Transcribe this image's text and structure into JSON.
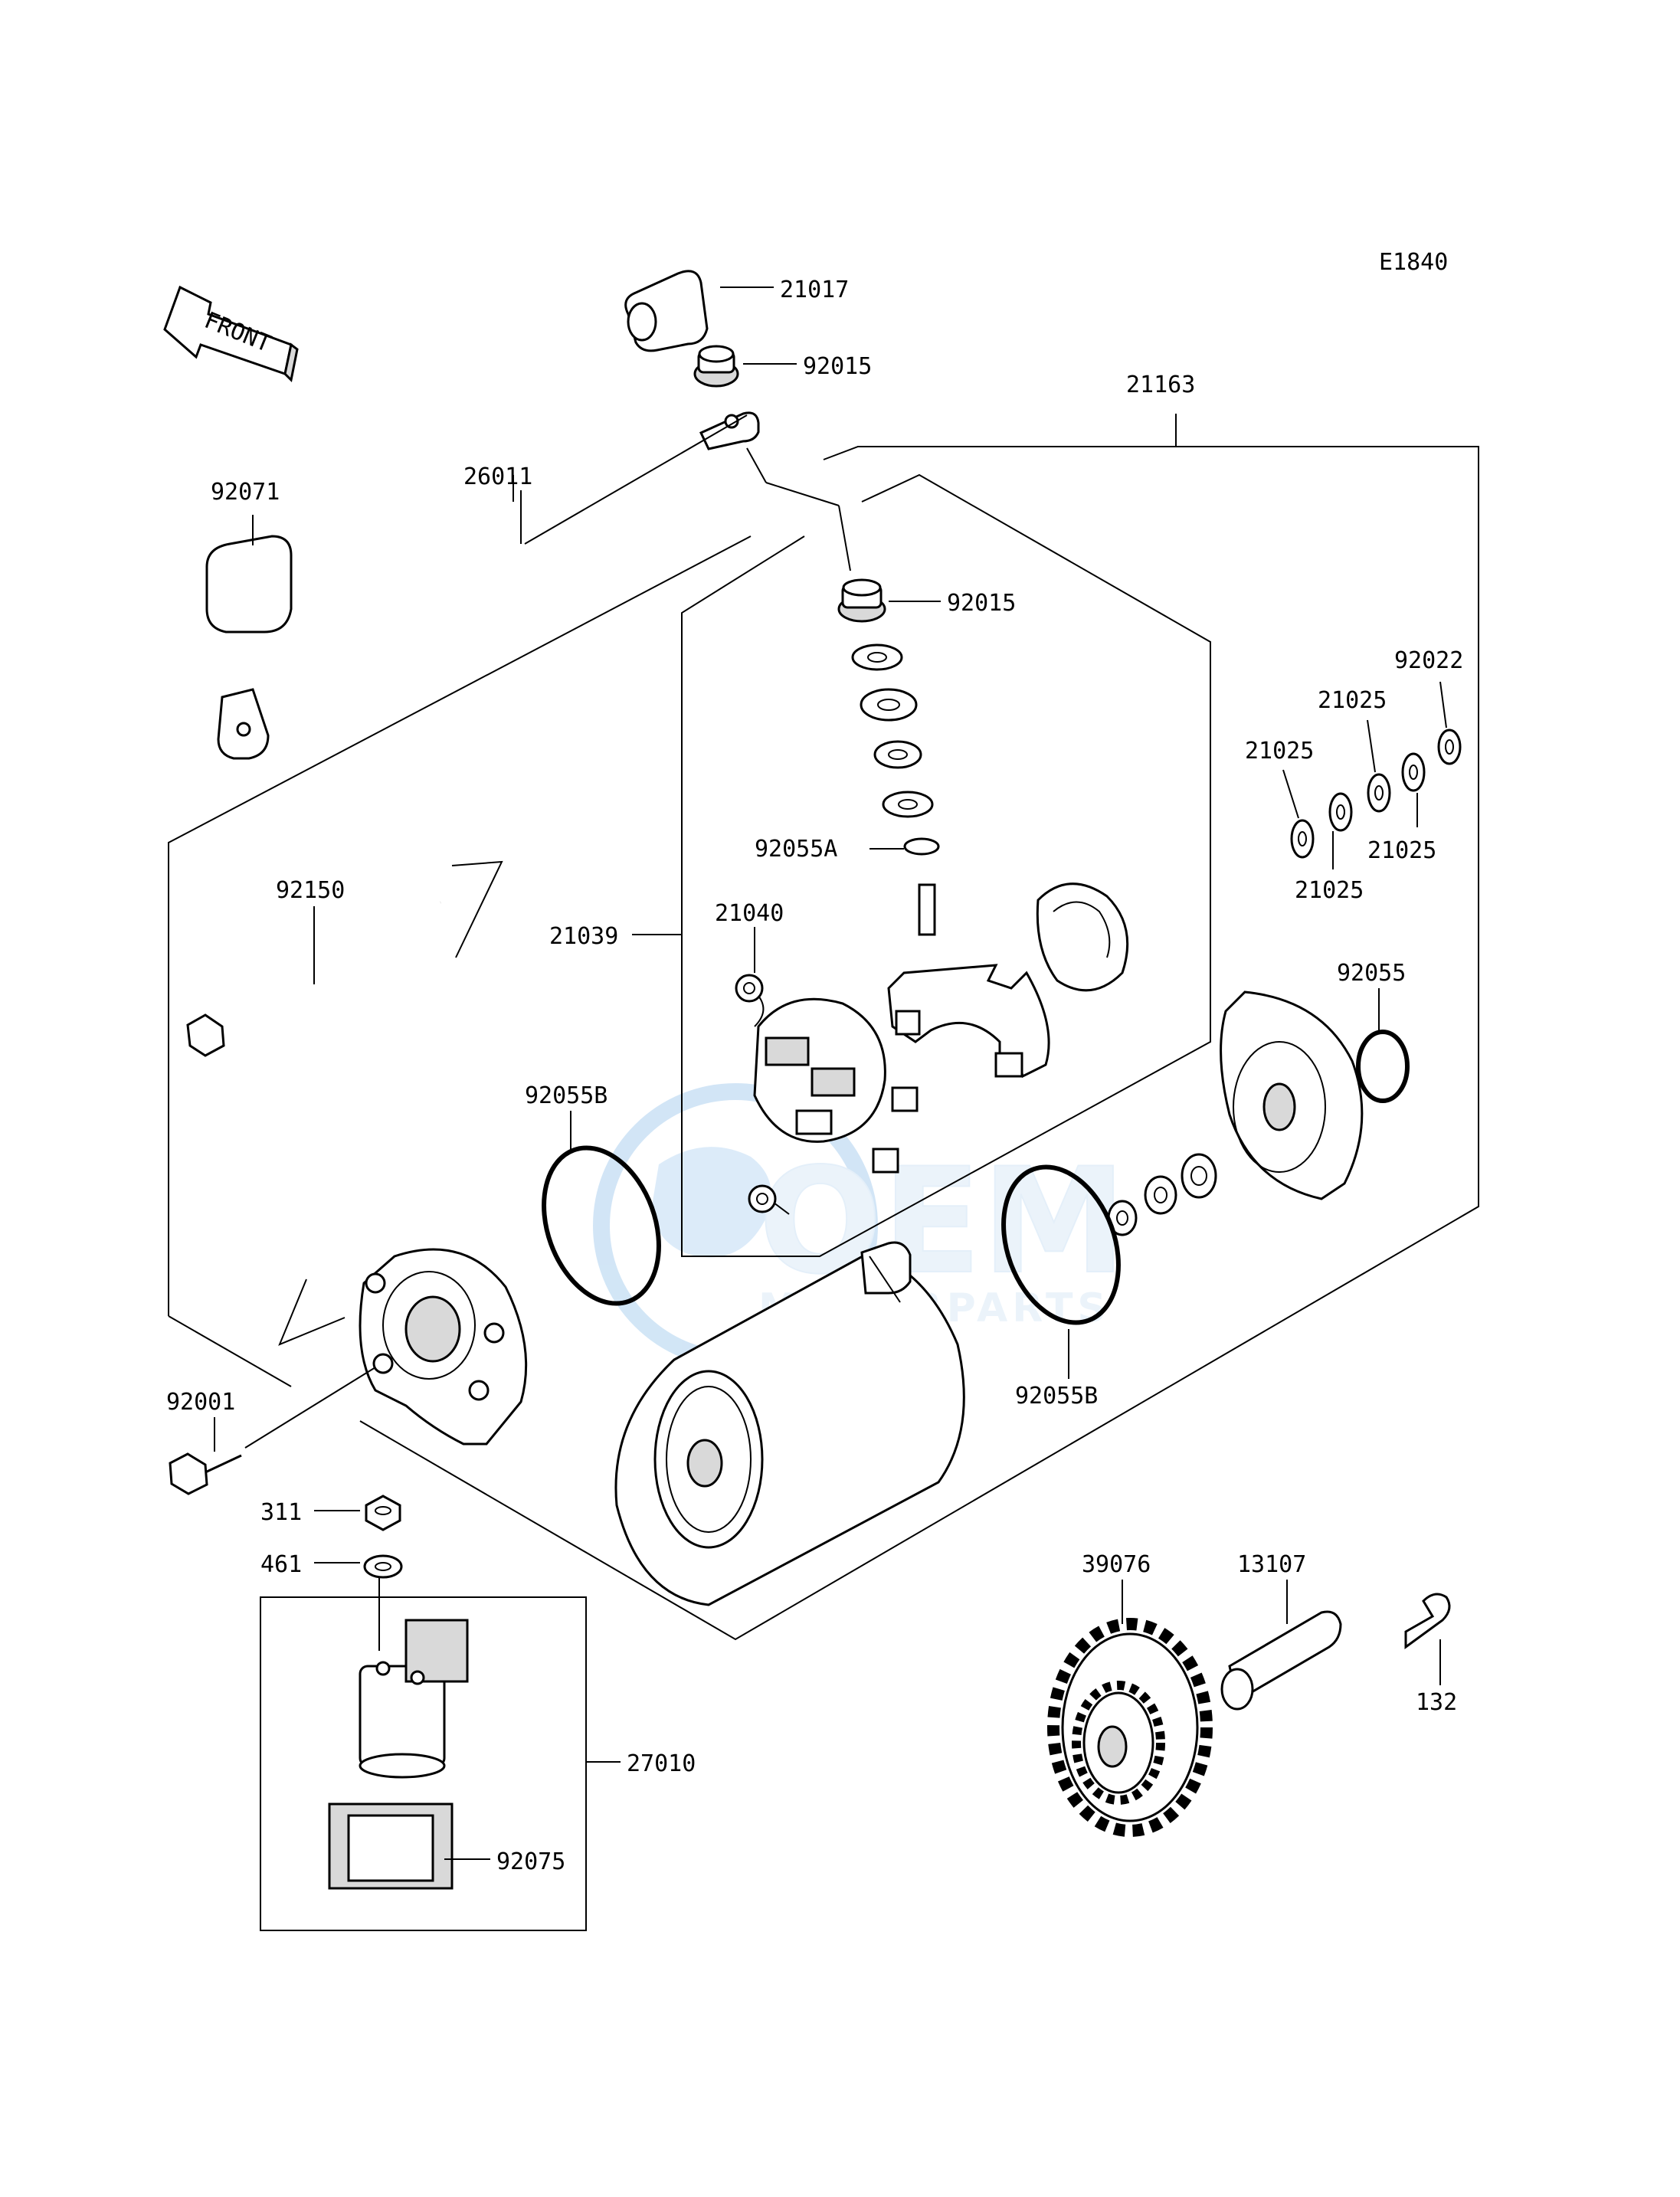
{
  "diagram_code": "E1840",
  "front_label": "FRONT",
  "watermark": {
    "brand": "OEM",
    "sub": "MOTORPARTS"
  },
  "parts": {
    "p21017": "21017",
    "p92015_top": "92015",
    "p21163": "21163",
    "p92071": "92071",
    "p26011": "26011",
    "p92015_mid": "92015",
    "p92022": "92022",
    "p21025_a": "21025",
    "p21025_b": "21025",
    "p21025_c": "21025",
    "p21025_d": "21025",
    "p92055A": "92055A",
    "p92150": "92150",
    "p21039": "21039",
    "p21040": "21040",
    "p92055": "92055",
    "p92055B_left": "92055B",
    "p92055B_right": "92055B",
    "p92001": "92001",
    "p311": "311",
    "p461": "461",
    "p39076": "39076",
    "p13107": "13107",
    "p132": "132",
    "p27010": "27010",
    "p92075": "92075"
  }
}
